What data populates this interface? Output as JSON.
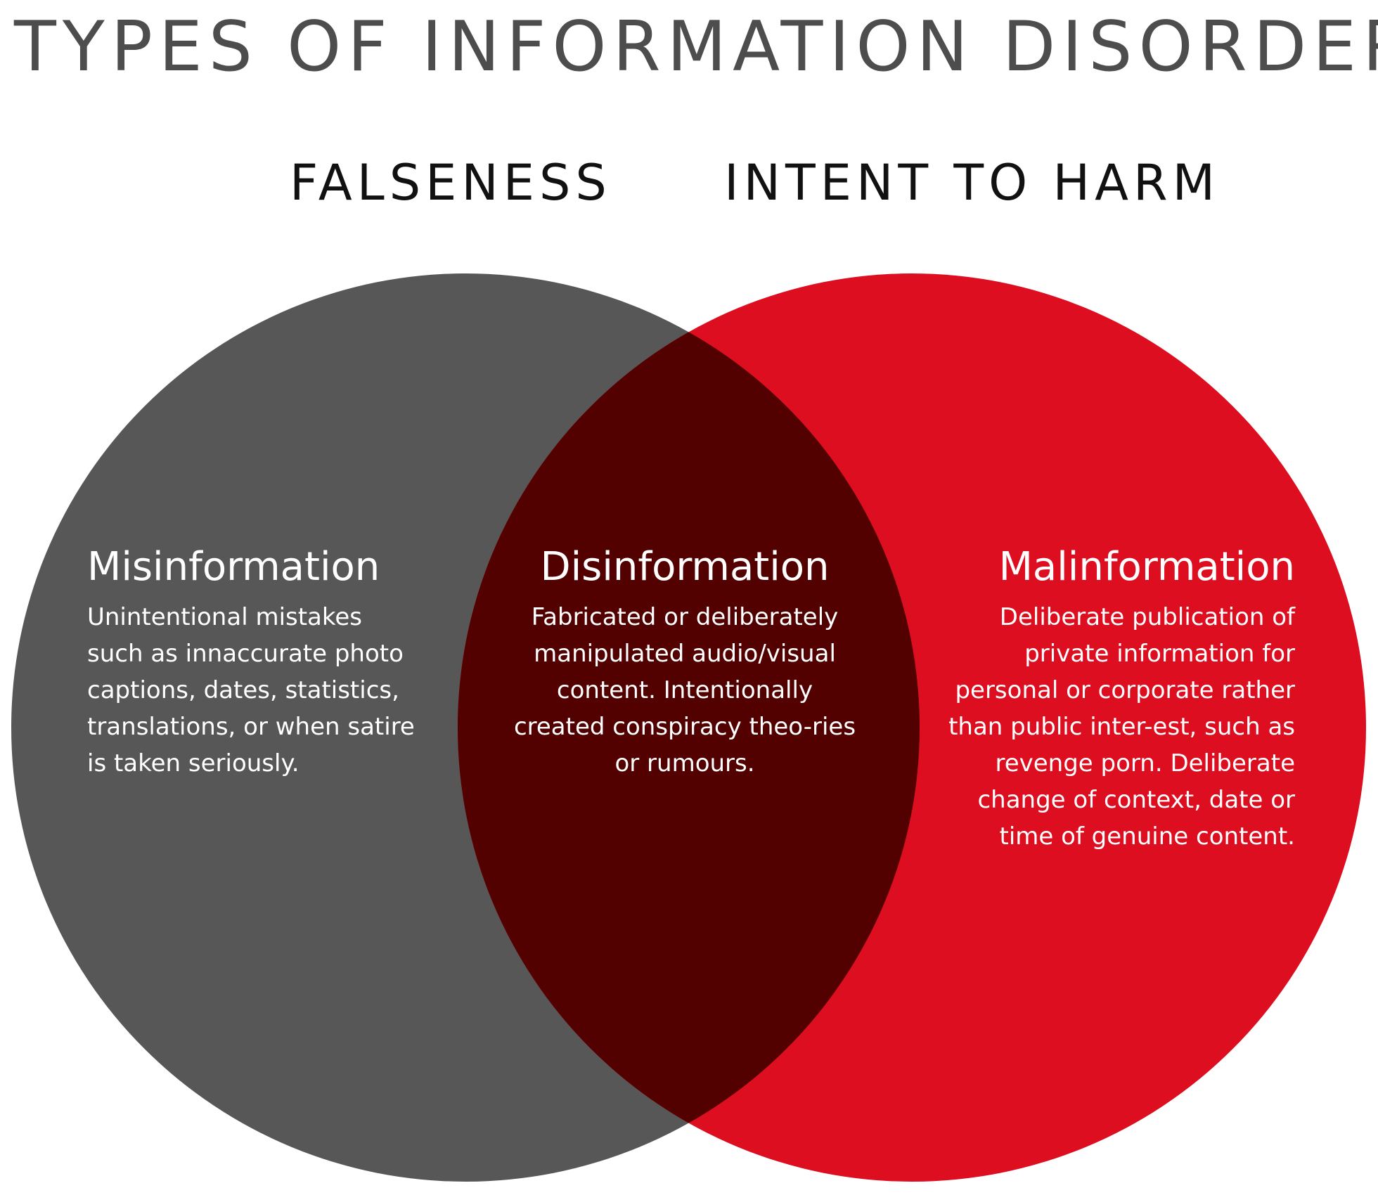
{
  "title": "TYPES OF INFORMATION DISORDER",
  "sets": {
    "left": {
      "label": "FALSENESS",
      "color": "#575757"
    },
    "right": {
      "label": "INTENT TO HARM",
      "color": "#dd0e20"
    },
    "overlap_color": "#520000"
  },
  "regions": {
    "misinformation": {
      "heading": "Misinformation",
      "text": "Unintentional mistakes such as innaccurate photo captions, dates, statistics, translations, or when satire is taken seriously."
    },
    "disinformation": {
      "heading": "Disinformation",
      "text": "Fabricated or deliberately manipulated audio/visual content. Intentionally created conspiracy theo-ries or rumours."
    },
    "malinformation": {
      "heading": "Malinformation",
      "text": "Deliberate publication of private information for personal or corporate rather than public inter-est, such as revenge porn. Deliberate change of context, date or time of genuine content."
    }
  }
}
